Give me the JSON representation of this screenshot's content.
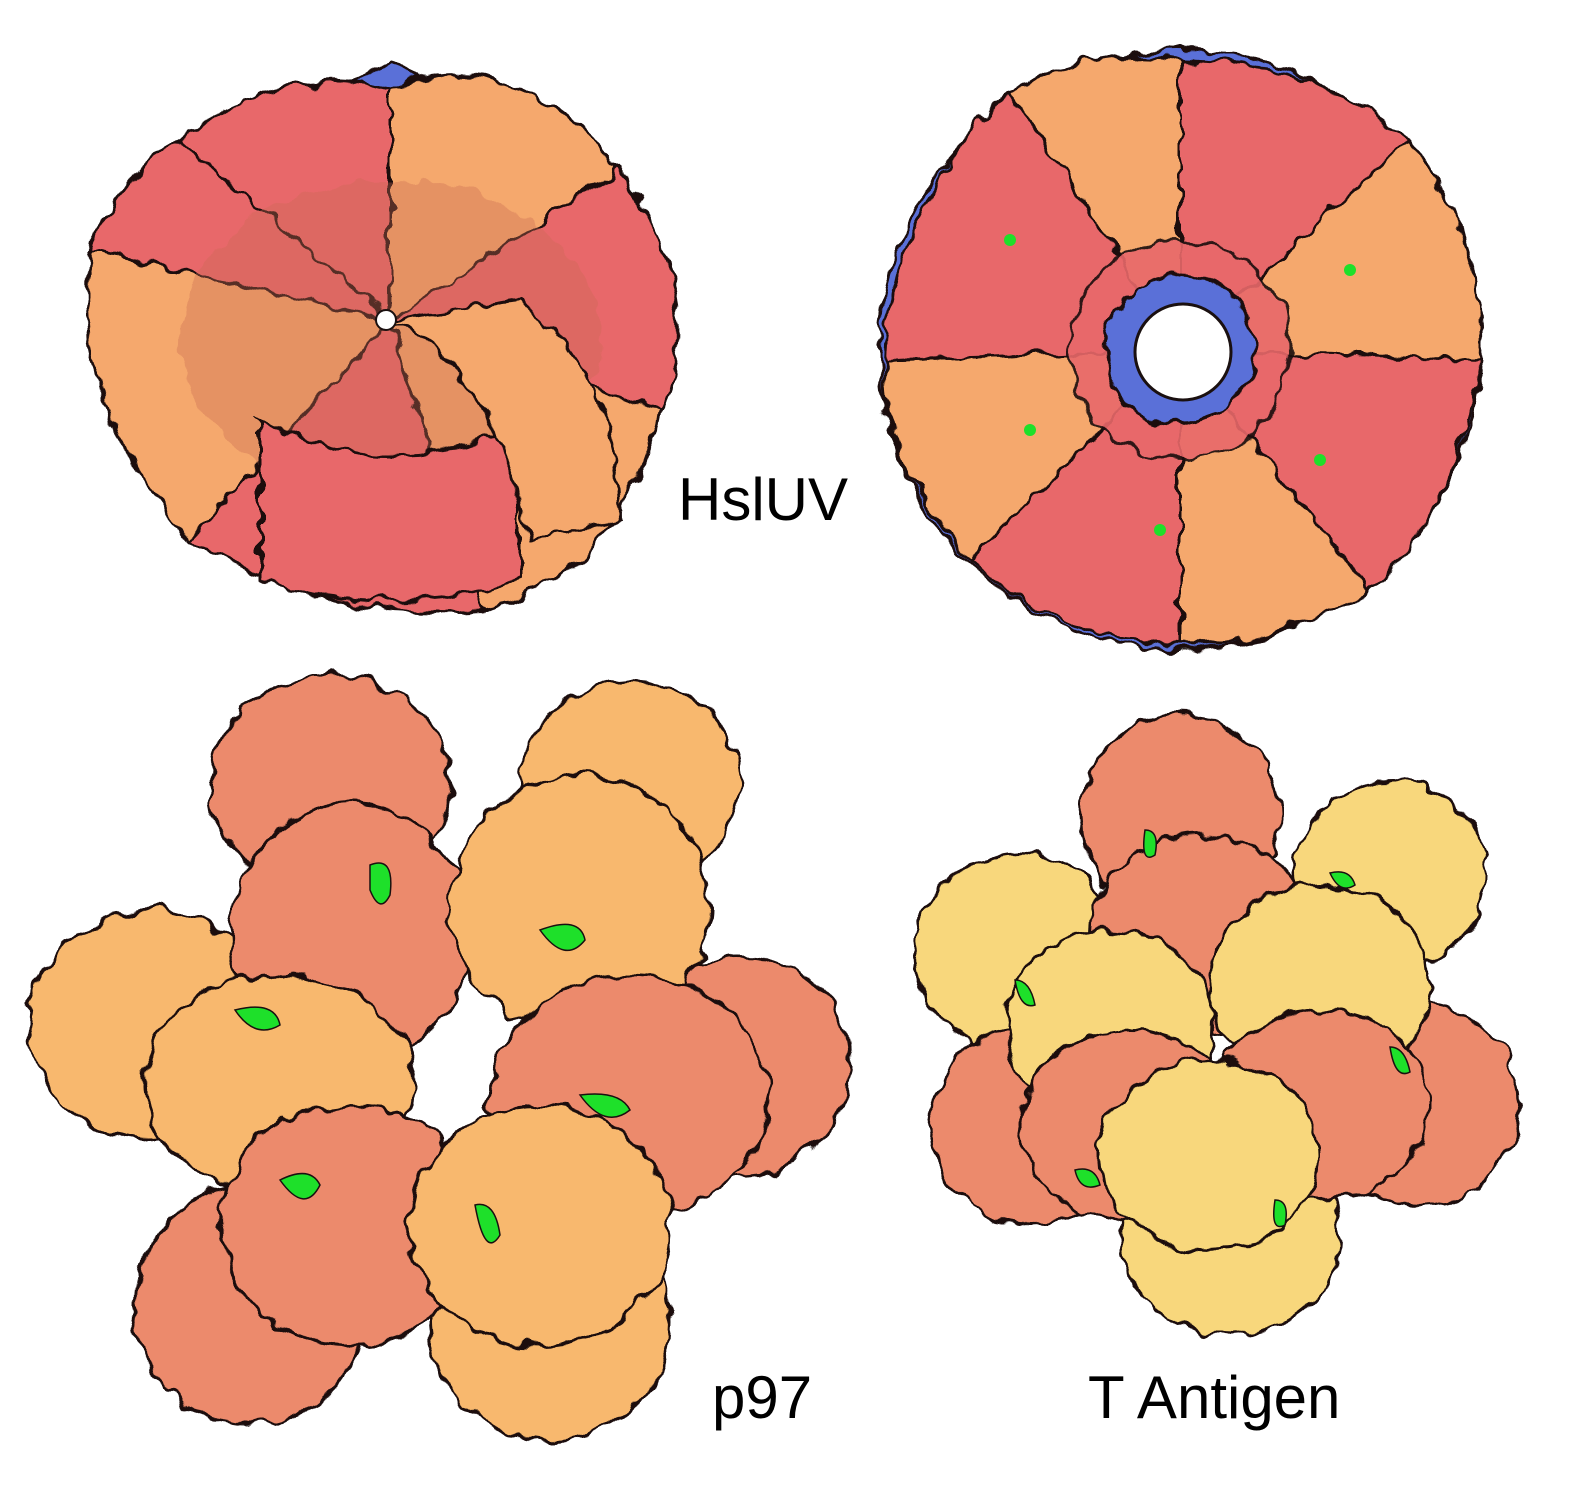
{
  "labels": {
    "hsluv": "HslUV",
    "p97": "p97",
    "tantigen": "T Antigen"
  },
  "colors": {
    "red": "#e8686a",
    "salmon": "#ec8a6c",
    "peach": "#f5a86d",
    "orange_tan": "#f8b86e",
    "yellow": "#f8d77b",
    "blue": "#5a6fd8",
    "green": "#1ee02a",
    "outline": "#1a1010",
    "background": "#ffffff"
  },
  "molecules": [
    {
      "name": "hsluv-side-view",
      "palette": [
        "red",
        "peach"
      ],
      "accent": "blue",
      "pore": "small"
    },
    {
      "name": "hsluv-top-view",
      "palette": [
        "red",
        "peach"
      ],
      "accent": "blue",
      "pore": "large"
    },
    {
      "name": "p97",
      "palette": [
        "salmon",
        "orange_tan"
      ],
      "accent": "green",
      "pore": "none"
    },
    {
      "name": "t-antigen",
      "palette": [
        "salmon",
        "yellow"
      ],
      "accent": "green",
      "pore": "none"
    }
  ]
}
